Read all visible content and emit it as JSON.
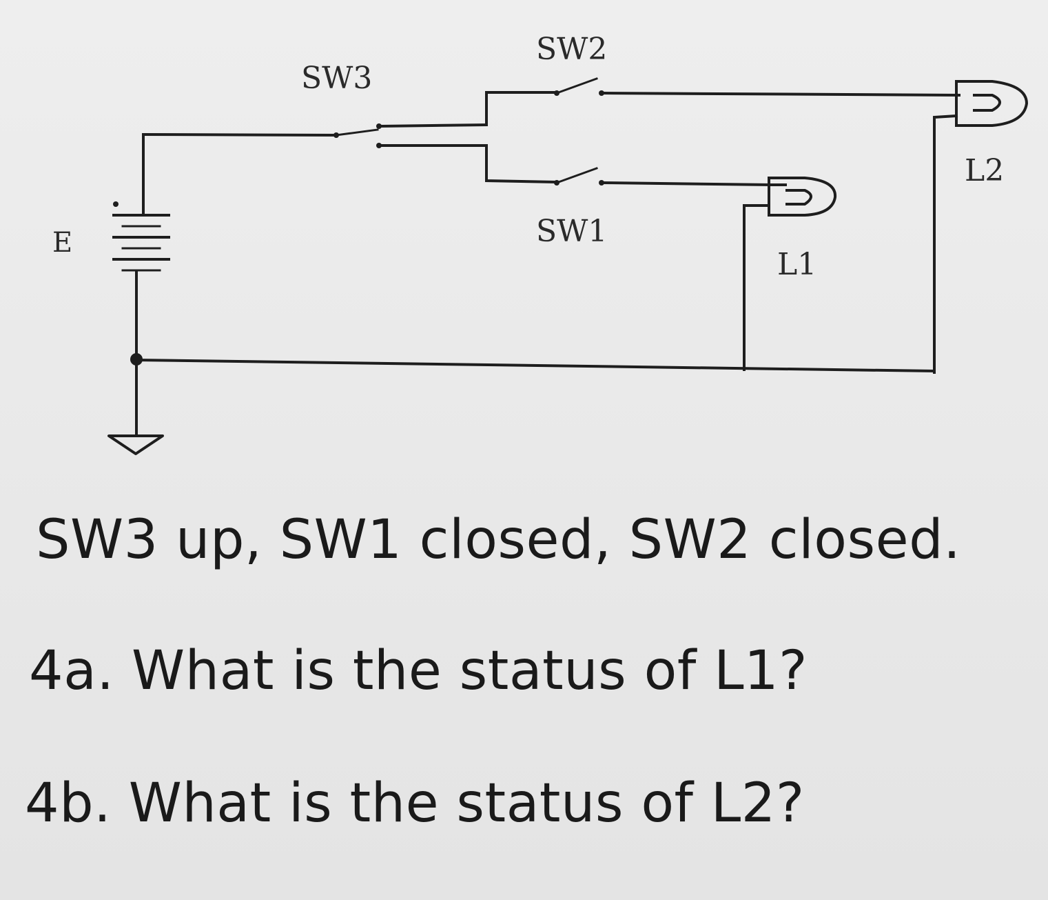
{
  "diagram": {
    "labels": {
      "sw3": "SW3",
      "sw2": "SW2",
      "sw1": "SW1",
      "e": "E",
      "l1": "L1",
      "l2": "L2"
    }
  },
  "text": {
    "condition": "SW3 up, SW1 closed, SW2 closed.",
    "q4a": "4a. What is the status of L1?",
    "q4b": "4b. What is the status of L2?"
  }
}
